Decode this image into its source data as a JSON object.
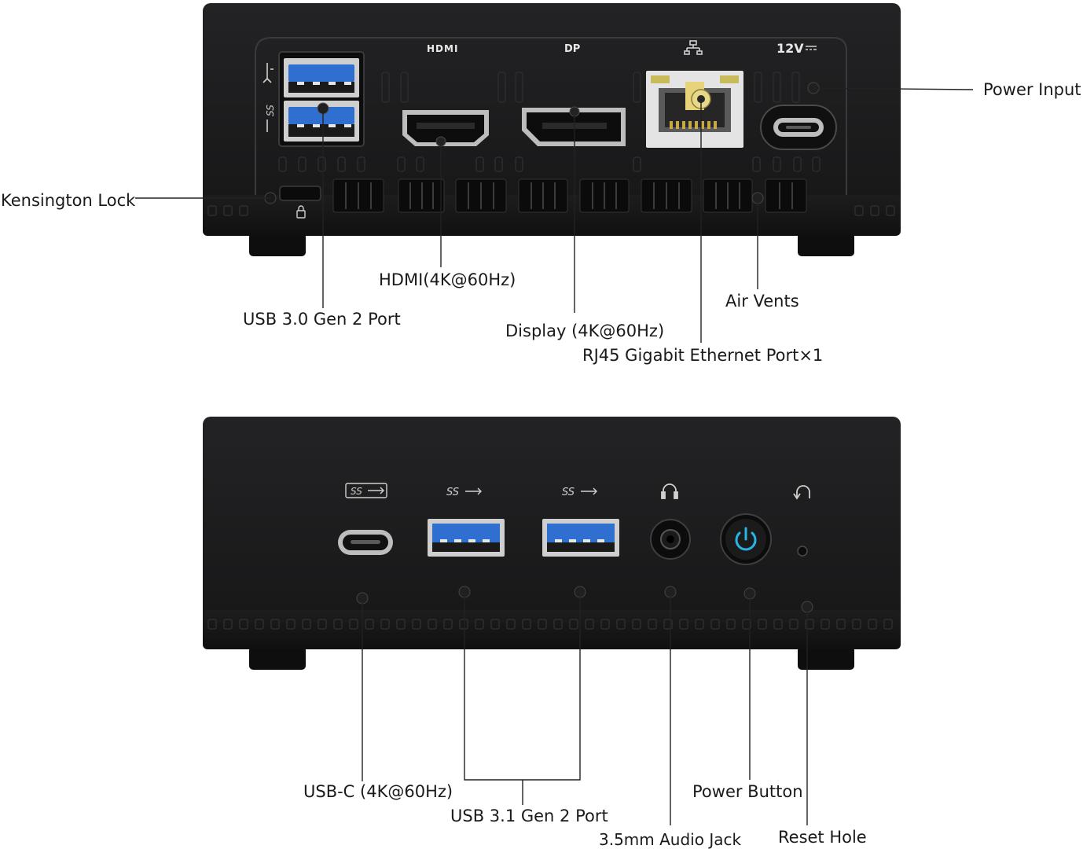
{
  "rear_panel": {
    "port_labels": {
      "hdmi": "HDMI",
      "dp": "DP",
      "power": "12V"
    },
    "callouts": {
      "power_input": "Power Input",
      "kensington_lock": "Kensington Lock",
      "hdmi": "HDMI(4K@60Hz)",
      "usb": "USB 3.0 Gen 2 Port",
      "air_vents": "Air Vents",
      "display": "Display (4K@60Hz)",
      "rj45": "RJ45 Gigabit Ethernet Port×1"
    }
  },
  "front_panel": {
    "callouts": {
      "usb_c": "USB-C (4K@60Hz)",
      "usb31": "USB 3.1 Gen 2 Port",
      "audio": "3.5mm Audio Jack",
      "power_button": "Power Button",
      "reset": "Reset Hole"
    }
  },
  "colors": {
    "chassis": "#1b1b1c",
    "chassis_edge": "#2b2b2d",
    "usb_blue": "#2f6fd0",
    "power_led": "#27b4e6",
    "ethernet_leds": "#c9ba5a"
  },
  "icons": [
    "usb-ss-icon",
    "lock-icon",
    "ethernet-network-icon",
    "dc-power-icon",
    "headphone-icon",
    "power-symbol-icon",
    "reset-icon"
  ]
}
